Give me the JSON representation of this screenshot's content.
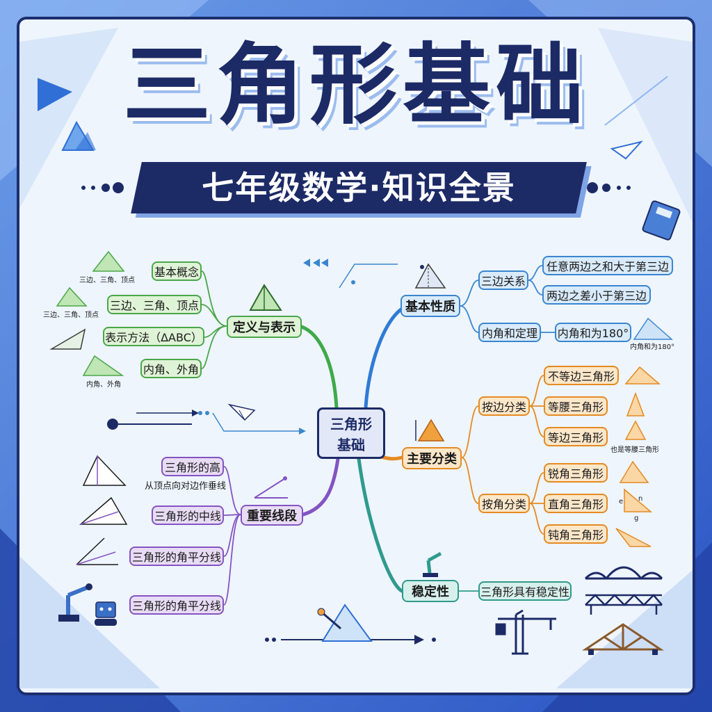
{
  "title": "三角形基础",
  "subtitle": "七年级数学·知识全景",
  "center": {
    "line1": "三角形",
    "line2": "基础"
  },
  "colors": {
    "navy": "#1c2a66",
    "green": "#4aa64a",
    "blue": "#3a86cf",
    "orange": "#e58a22",
    "purple": "#8454c2",
    "teal": "#2f9a8d"
  },
  "branches": {
    "definition": {
      "label": "定义与表示",
      "items": [
        "基本概念",
        "三边、三角、顶点",
        "表示方法（ΔABC）",
        "内角、外角"
      ],
      "captions": [
        "三边、三角、顶点",
        "三边、三角、顶点",
        "内角、外角"
      ]
    },
    "properties": {
      "label": "基本性质",
      "side_relation": "三边关系",
      "side_items": [
        "任意两边之和大于第三边",
        "两边之差小于第三边"
      ],
      "angle_theorem": "内角和定理",
      "angle_value": "内角和为180°",
      "angle_caption": "内角和为180°"
    },
    "classification": {
      "label": "主要分类",
      "by_side": "按边分类",
      "side_types": [
        "不等边三角形",
        "等腰三角形",
        "等边三角形"
      ],
      "side_note": "也是等腰三角形",
      "by_angle": "按角分类",
      "angle_types": [
        "锐角三角形",
        "直角三角形",
        "钝角三角形"
      ]
    },
    "segments": {
      "label": "重要线段",
      "items": [
        "三角形的高",
        "三角形的中线",
        "三角形的角平分线",
        "三角形的角平分线"
      ],
      "height_note": "从顶点向对边作垂线"
    },
    "stability": {
      "label": "稳定性",
      "item": "三角形具有稳定性"
    }
  },
  "icons": [
    "paper-plane-icon",
    "calculator-icon",
    "robot-arm-icon",
    "robot-icon",
    "crane-icon",
    "bridge-icon",
    "truss-bridge-icon",
    "roof-truss-icon",
    "desk-lamp-icon"
  ]
}
